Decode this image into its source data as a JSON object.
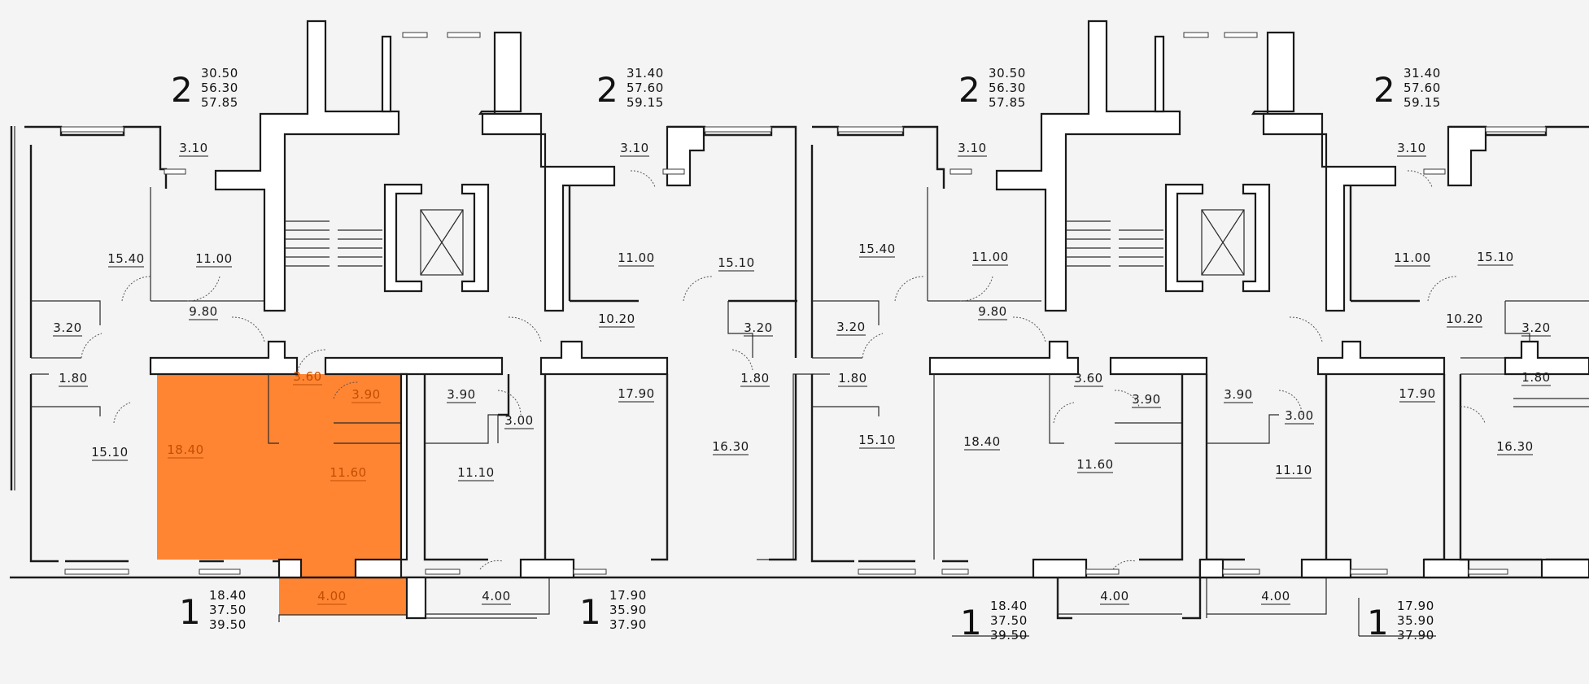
{
  "colors": {
    "background": "#f4f4f4",
    "walls": "#1a1a1a",
    "selected_apartment": "#ff8533",
    "selected_label": "#c24e00"
  },
  "apartments": [
    {
      "rooms": "2",
      "areas": [
        "30.50",
        "56.30",
        "57.85"
      ]
    },
    {
      "rooms": "2",
      "areas": [
        "31.40",
        "57.60",
        "59.15"
      ]
    },
    {
      "rooms": "2",
      "areas": [
        "30.50",
        "56.30",
        "57.85"
      ]
    },
    {
      "rooms": "2",
      "areas": [
        "31.40",
        "57.60",
        "59.15"
      ]
    },
    {
      "rooms": "1",
      "areas": [
        "18.40",
        "37.50",
        "39.50"
      ],
      "selected": true
    },
    {
      "rooms": "1",
      "areas": [
        "17.90",
        "35.90",
        "37.90"
      ]
    },
    {
      "rooms": "1",
      "areas": [
        "18.40",
        "37.50",
        "39.50"
      ]
    },
    {
      "rooms": "1",
      "areas": [
        "17.90",
        "35.90",
        "37.90"
      ]
    }
  ],
  "room_areas": [
    {
      "value": "3.10"
    },
    {
      "value": "15.40"
    },
    {
      "value": "11.00"
    },
    {
      "value": "3.20"
    },
    {
      "value": "9.80"
    },
    {
      "value": "1.80"
    },
    {
      "value": "15.10"
    },
    {
      "value": "18.40",
      "selected": true
    },
    {
      "value": "3.60",
      "selected": true
    },
    {
      "value": "3.90",
      "selected": true
    },
    {
      "value": "11.60",
      "selected": true
    },
    {
      "value": "4.00",
      "selected": true
    },
    {
      "value": "4.00"
    },
    {
      "value": "3.10"
    },
    {
      "value": "11.00"
    },
    {
      "value": "15.10"
    },
    {
      "value": "10.20"
    },
    {
      "value": "3.20"
    },
    {
      "value": "1.80"
    },
    {
      "value": "3.90"
    },
    {
      "value": "3.00"
    },
    {
      "value": "17.90"
    },
    {
      "value": "16.30"
    },
    {
      "value": "11.10"
    },
    {
      "value": "15.40"
    },
    {
      "value": "11.00"
    },
    {
      "value": "3.10"
    },
    {
      "value": "3.20"
    },
    {
      "value": "9.80"
    },
    {
      "value": "1.80"
    },
    {
      "value": "15.10"
    },
    {
      "value": "18.40"
    },
    {
      "value": "3.60"
    },
    {
      "value": "3.90"
    },
    {
      "value": "11.60"
    },
    {
      "value": "4.00"
    },
    {
      "value": "4.00"
    },
    {
      "value": "11.00"
    },
    {
      "value": "3.10"
    },
    {
      "value": "15.10"
    },
    {
      "value": "10.20"
    },
    {
      "value": "3.20"
    },
    {
      "value": "3.90"
    },
    {
      "value": "3.00"
    },
    {
      "value": "17.90"
    },
    {
      "value": "1.80"
    },
    {
      "value": "16.30"
    },
    {
      "value": "11.10"
    }
  ]
}
